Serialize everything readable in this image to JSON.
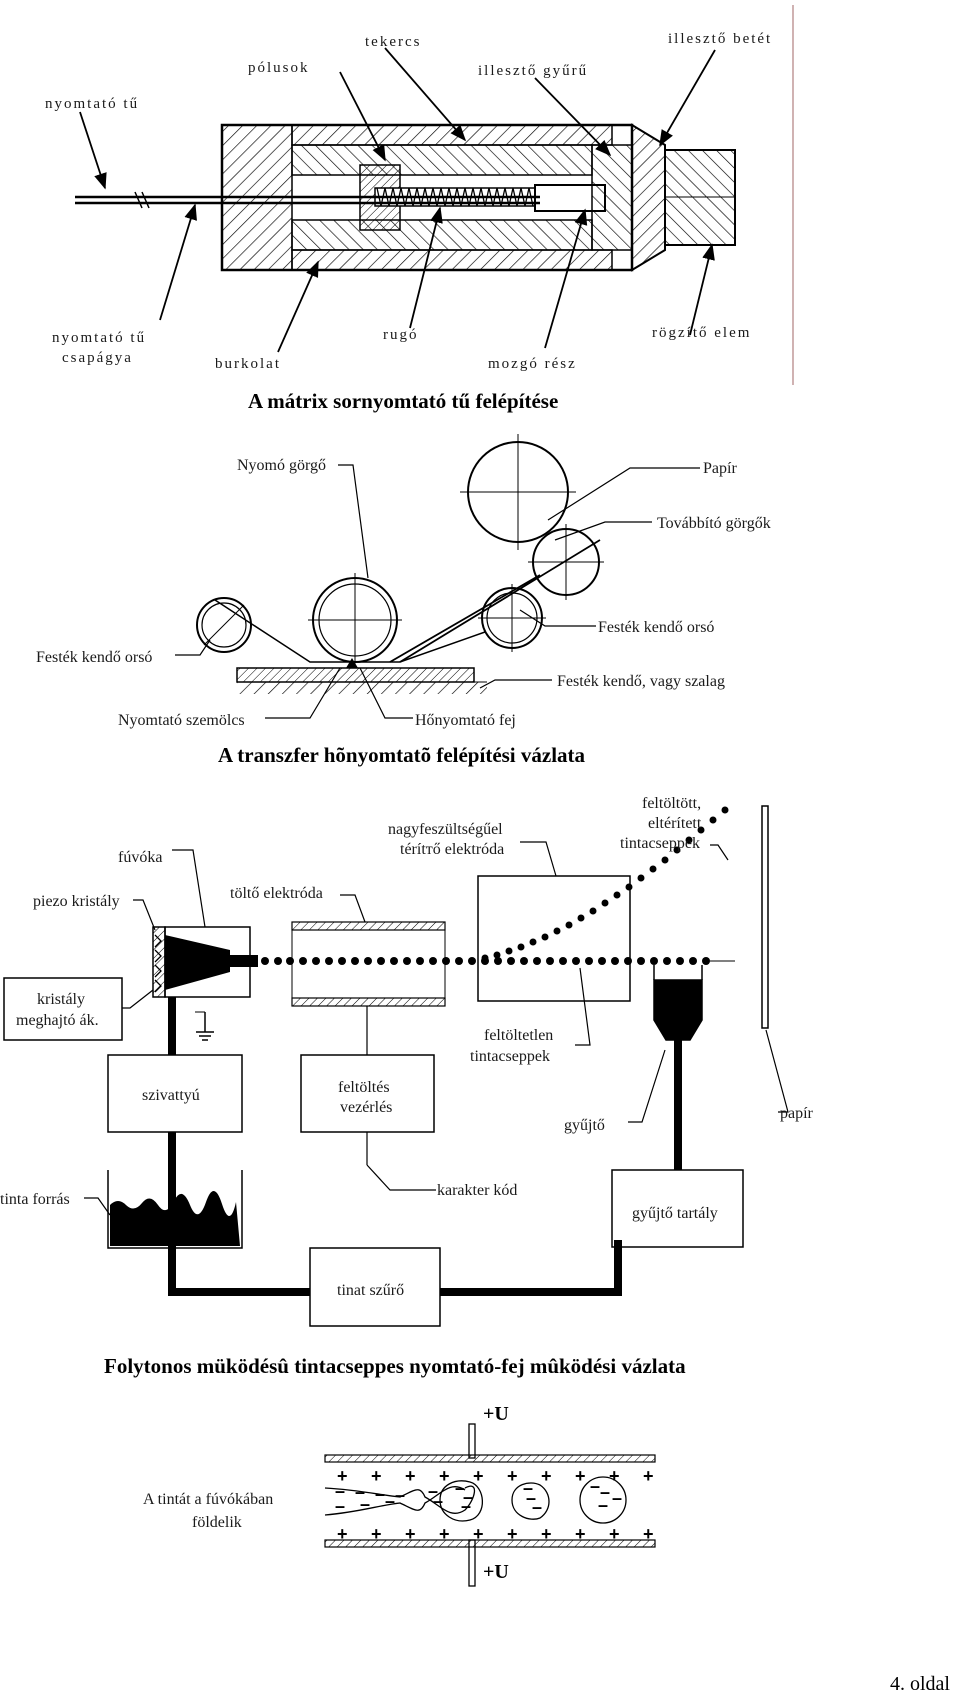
{
  "diagram1": {
    "labels": {
      "printer_needle": "nyomtató tű",
      "poles": "pólusok",
      "coil": "tekercs",
      "fitting_ring": "illesztő gyűrű",
      "fitting_insert": "illesztő betét",
      "needle_bearing_line1": "nyomtató tű",
      "needle_bearing_line2": "csapágya",
      "housing": "burkolat",
      "spring": "rugó",
      "moving_part": "mozgó rész",
      "fixing_element": "rögzítő elem"
    },
    "title": "A mátrix sornyomtató tű felépítése"
  },
  "diagram2": {
    "labels": {
      "pressure_roller": "Nyomó görgő",
      "paper": "Papír",
      "feed_rollers": "Továbbító görgők",
      "ribbon_spool_right": "Festék kendő orsó",
      "ribbon_spool_left": "Festék kendő orsó",
      "ribbon": "Festék kendő, vagy szalag",
      "printer_dot": "Nyomtató szemölcs",
      "thermal_head": "Hőnyomtató fej"
    },
    "title": "A transzfer hõnyomtatõ felépítési vázlata"
  },
  "diagram3": {
    "labels": {
      "nozzle": "fúvóka",
      "hv_electrode_line1": "nagyfeszültségűel",
      "hv_electrode_line2": "térítтő elektróda",
      "charged_line1": "feltöltött,",
      "charged_line2": "eltérített",
      "charged_line3": "tintacseppek",
      "piezo": "piezo kristály",
      "charge_electrode": "töltő elektróda",
      "crystal_driver_line1": "kristály",
      "crystal_driver_line2": "meghajtó ák.",
      "uncharged_line1": "feltöltetlen",
      "uncharged_line2": "tintacseppek",
      "pump": "szivattyú",
      "charge_control_line1": "feltöltés",
      "charge_control_line2": "vezérlés",
      "collector": "gyűjtő",
      "paper": "papír",
      "ink_source": "tinta forrás",
      "char_code": "karakter kód",
      "collector_tank": "gyűjtő tartály",
      "ink_filter": "tinat szűrő"
    },
    "title": "Folytonos müködésû tintacseppes nyomtató-fej mûködési vázlata"
  },
  "diagram4": {
    "labels": {
      "voltage_top": "+U",
      "voltage_bottom": "+U",
      "grounding_line1": "A tintát a fúvókában",
      "grounding_line2": "földelik"
    },
    "plus_sign": "+",
    "minus_sign": "–"
  },
  "footer": {
    "page_number": "4. oldal"
  }
}
